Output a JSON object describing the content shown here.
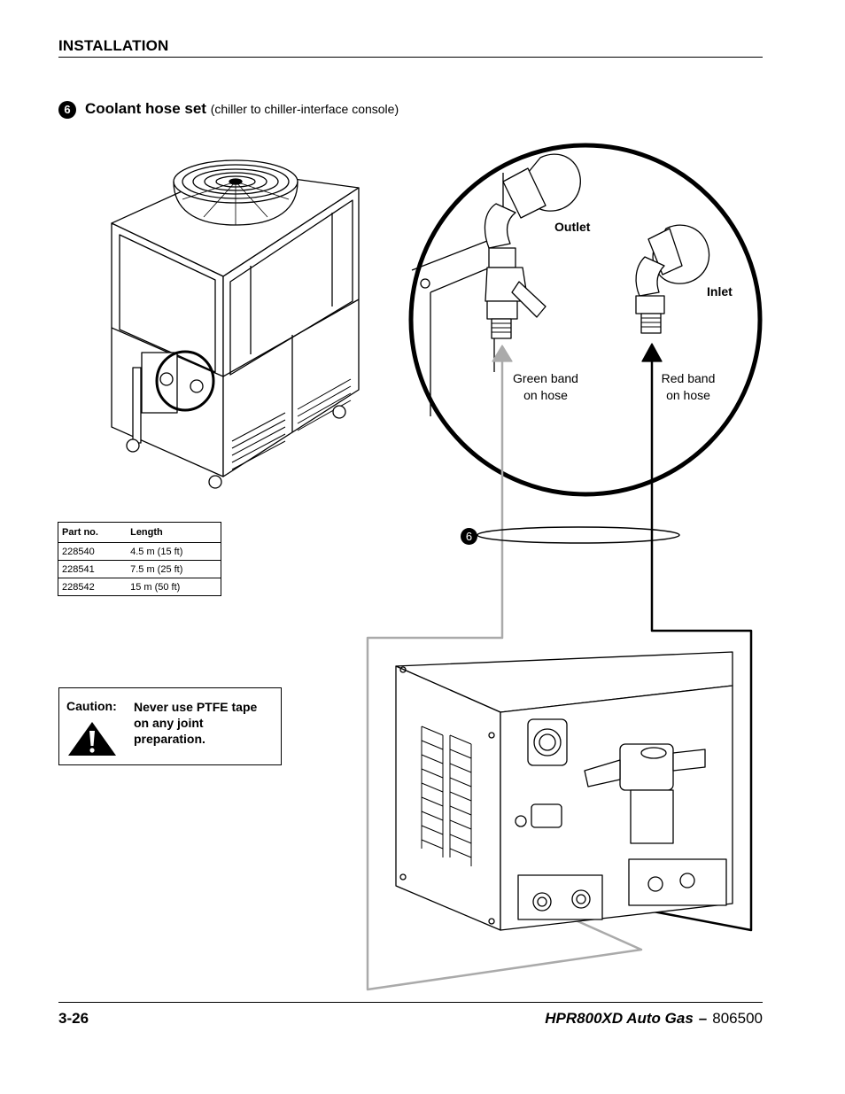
{
  "header": {
    "section": "INSTALLATION"
  },
  "step": {
    "number": "6",
    "title": "Coolant hose set",
    "subtitle": "(chiller to chiller-interface console)"
  },
  "callouts": {
    "outlet": "Outlet",
    "inlet": "Inlet",
    "green_band_line1": "Green band",
    "green_band_line2": "on hose",
    "red_band_line1": "Red band",
    "red_band_line2": "on hose",
    "hose_item": "6"
  },
  "parts_table": {
    "headers": [
      "Part no.",
      "Length"
    ],
    "rows": [
      [
        "228540",
        "4.5 m (15 ft)"
      ],
      [
        "228541",
        "7.5 m (25 ft)"
      ],
      [
        "228542",
        "15 m (50 ft)"
      ]
    ]
  },
  "caution": {
    "label": "Caution:",
    "text": "Never use PTFE tape on any joint preparation."
  },
  "footer": {
    "page": "3-26",
    "product": "HPR800XD Auto Gas",
    "separator": "–",
    "doc_number": "806500"
  },
  "colors": {
    "ink": "#000000",
    "hose_gray": "#aaaaaa"
  },
  "icons": [
    "warning-triangle-icon"
  ]
}
